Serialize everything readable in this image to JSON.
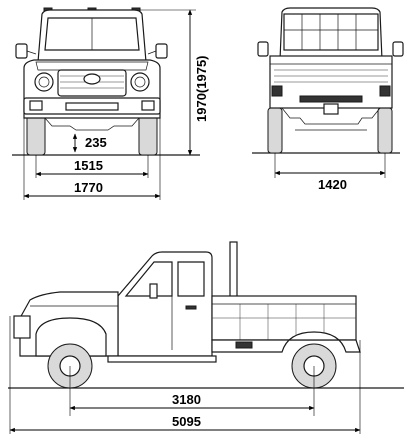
{
  "dimensions": {
    "ground_clearance": "235",
    "front_tread": "1515",
    "overall_width": "1770",
    "overall_height": "1970(1975)",
    "rear_tread": "1420",
    "wheelbase": "3180",
    "overall_length": "5095"
  }
}
